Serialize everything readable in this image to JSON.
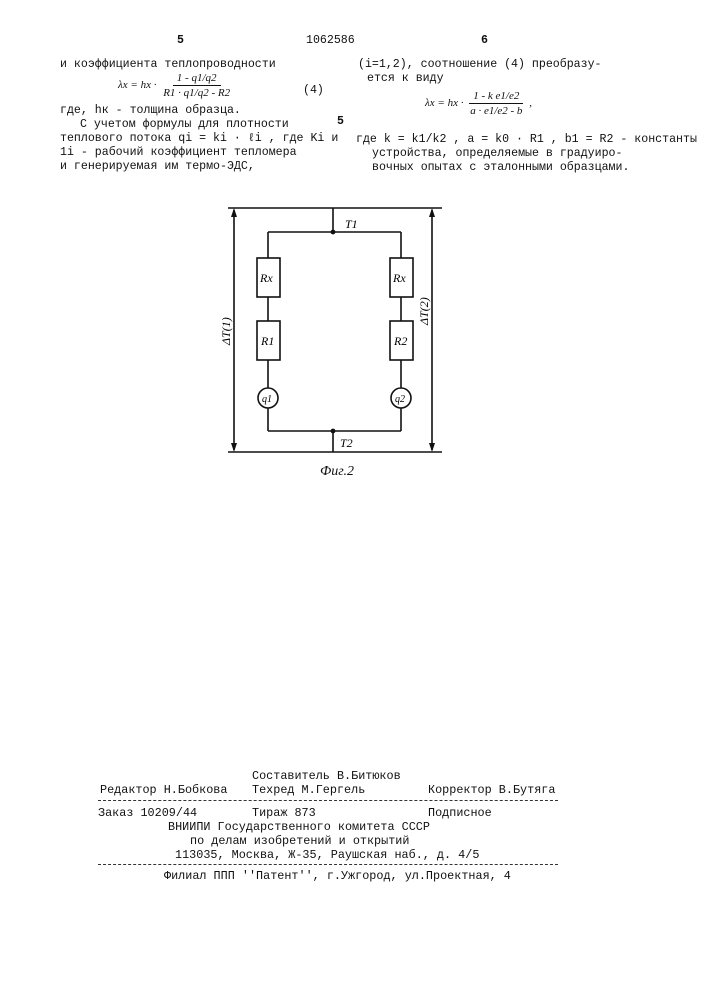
{
  "header": {
    "page_left": "5",
    "patent_number": "1062586",
    "page_right": "6"
  },
  "left_column": {
    "line1": "и коэффициента теплопроводности",
    "formula_lhs": "λx = hx ·",
    "formula_num": "1 - q1/q2",
    "formula_den": "R1 · q1/q2 - R2",
    "formula_tag": "(4)",
    "line3": "где, hк - толщина образца.",
    "p2_line1": "С учетом формулы для плотности",
    "p2_line2": "теплового потока qi = ki · ℓi , где Ki и",
    "p2_line3": "1i - рабочий коэффициент тепломера",
    "p2_line4": "и генерируемая им термо-ЭДС,"
  },
  "margin_number": "5",
  "right_column": {
    "line1": "(i=1,2), соотношение (4) преобразу-",
    "line2": "ется к виду",
    "formula_lhs": "λx = hx ·",
    "formula_num": "1 - k e1/e2",
    "formula_den": "a · e1/e2 - b",
    "formula_tail": ",",
    "line3": "где k = k1/k2 , a = k0 · R1 , b1 = R2 - константы",
    "line4": "устройства, определяемые в градуиро-",
    "line5": "вочных опытах с эталонными образцами."
  },
  "figure": {
    "t1": "T1",
    "t2": "T2",
    "rx_left": "Rx",
    "rx_right": "Rx",
    "r1": "R1",
    "r2": "R2",
    "q1": "q1",
    "q2": "q2",
    "dt1": "ΔT(1)",
    "dt2": "ΔT(2)",
    "caption": "Фиг.2"
  },
  "footer": {
    "composer": "Составитель В.Битюков",
    "editor": "Редактор Н.Бобкова",
    "techred": "Техред М.Гергель",
    "corrector": "Корректор В.Бутяга",
    "order": "Заказ 10209/44",
    "circulation": "Тираж 873",
    "subscription": "Подписное",
    "org1": "ВНИИПИ Государственного комитета СССР",
    "org2": "по делам изобретений и открытий",
    "address": "113035, Москва, Ж-35, Раушская наб., д. 4/5",
    "branch": "Филиал ППП ''Патент'', г.Ужгород, ул.Проектная, 4"
  }
}
